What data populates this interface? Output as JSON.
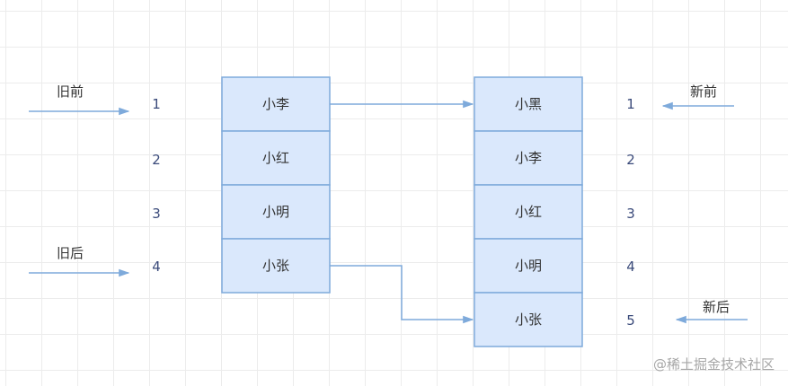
{
  "old_list": {
    "items": [
      "小李",
      "小红",
      "小明",
      "小张"
    ],
    "indices": [
      "1",
      "2",
      "3",
      "4"
    ],
    "start_label": "旧前",
    "end_label": "旧后"
  },
  "new_list": {
    "items": [
      "小黑",
      "小李",
      "小红",
      "小明",
      "小张"
    ],
    "indices": [
      "1",
      "2",
      "3",
      "4",
      "5"
    ],
    "start_label": "新前",
    "end_label": "新后"
  },
  "watermark": "@稀土掘金技术社区",
  "colors": {
    "cell_fill": "#dae8fc",
    "cell_border": "#7eaadb",
    "arrow": "#7eaadb",
    "index_text": "#3a4a7a",
    "label_text": "#333333",
    "grid": "#ececec"
  }
}
